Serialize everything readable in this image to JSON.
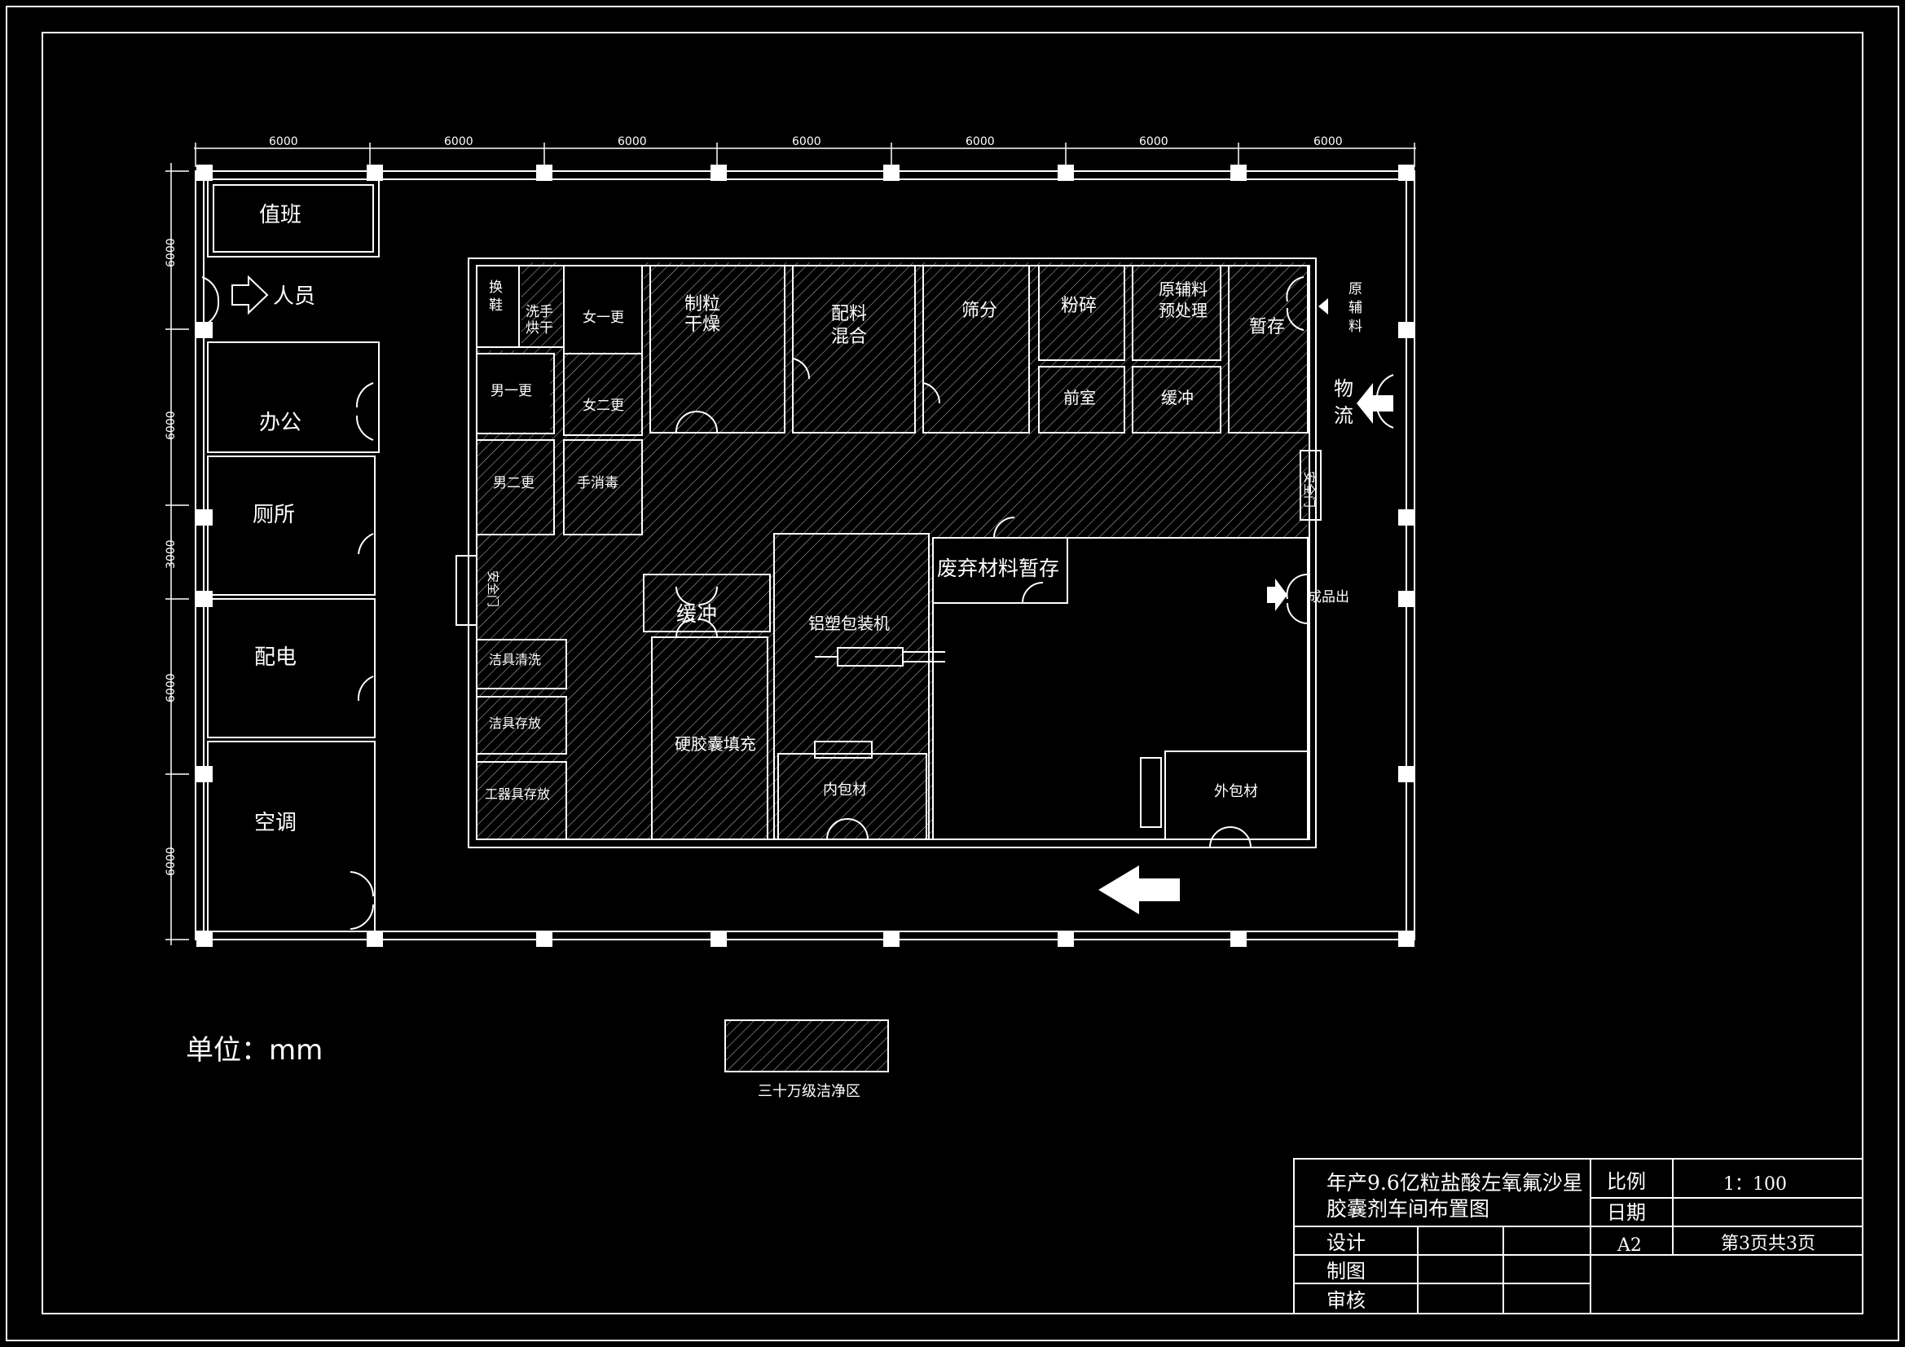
{
  "dimensions": {
    "top": [
      "6000",
      "6000",
      "6000",
      "6000",
      "6000",
      "6000",
      "6000"
    ],
    "left": [
      "6000",
      "6000",
      "3000",
      "6000",
      "6000"
    ]
  },
  "rooms": {
    "zhiban": "值班",
    "renyuan": "人员",
    "bangong": "办公",
    "cesuo": "厕所",
    "peidian": "配电",
    "kongtiao": "空调",
    "huanxie": "换鞋",
    "xishou": "洗手烘干",
    "nv_yi": "女一更",
    "nan_yi": "男一更",
    "nv_er": "女二更",
    "nan_er": "男二更",
    "shouxiaodu": "手消毒",
    "zhili": "制粒干燥",
    "peiliao": "配料混合",
    "shaifen": "筛分",
    "fensui": "粉碎",
    "yuanfuliao_chuli": "原辅料预处理",
    "zancun": "暂存",
    "qianshi": "前室",
    "huanchong_top": "缓冲",
    "yuanfuliao_in": "原辅料",
    "wuliu": "物流",
    "anquanmen_right": "安全门",
    "anquanmen_left": "安全门",
    "feiqi": "废弃材料暂存",
    "chengpin": "成品出",
    "huanchong_mid": "缓冲",
    "lvsu": "铝塑包装机",
    "jieju_qingxi": "洁具清洗",
    "jieju_cunfang": "洁具存放",
    "gongqiju": "工器具存放",
    "yingjiaonang": "硬胶囊填充",
    "neibaocai": "内包材",
    "waibaocai": "外包材"
  },
  "legend": {
    "unit": "单位：mm",
    "clean_zone": "三十万级洁净区"
  },
  "title_block": {
    "title_line1": "年产9.6亿粒盐酸左氧氟沙星",
    "title_line2": "胶囊剂车间布置图",
    "scale_label": "比例",
    "scale_value": "1：100",
    "date_label": "日期",
    "design_label": "设计",
    "paper_size": "A2",
    "page_info": "第3页共3页",
    "draw_label": "制图",
    "review_label": "审核"
  },
  "colors": {
    "line": "#ffffff",
    "background": "#000000"
  }
}
